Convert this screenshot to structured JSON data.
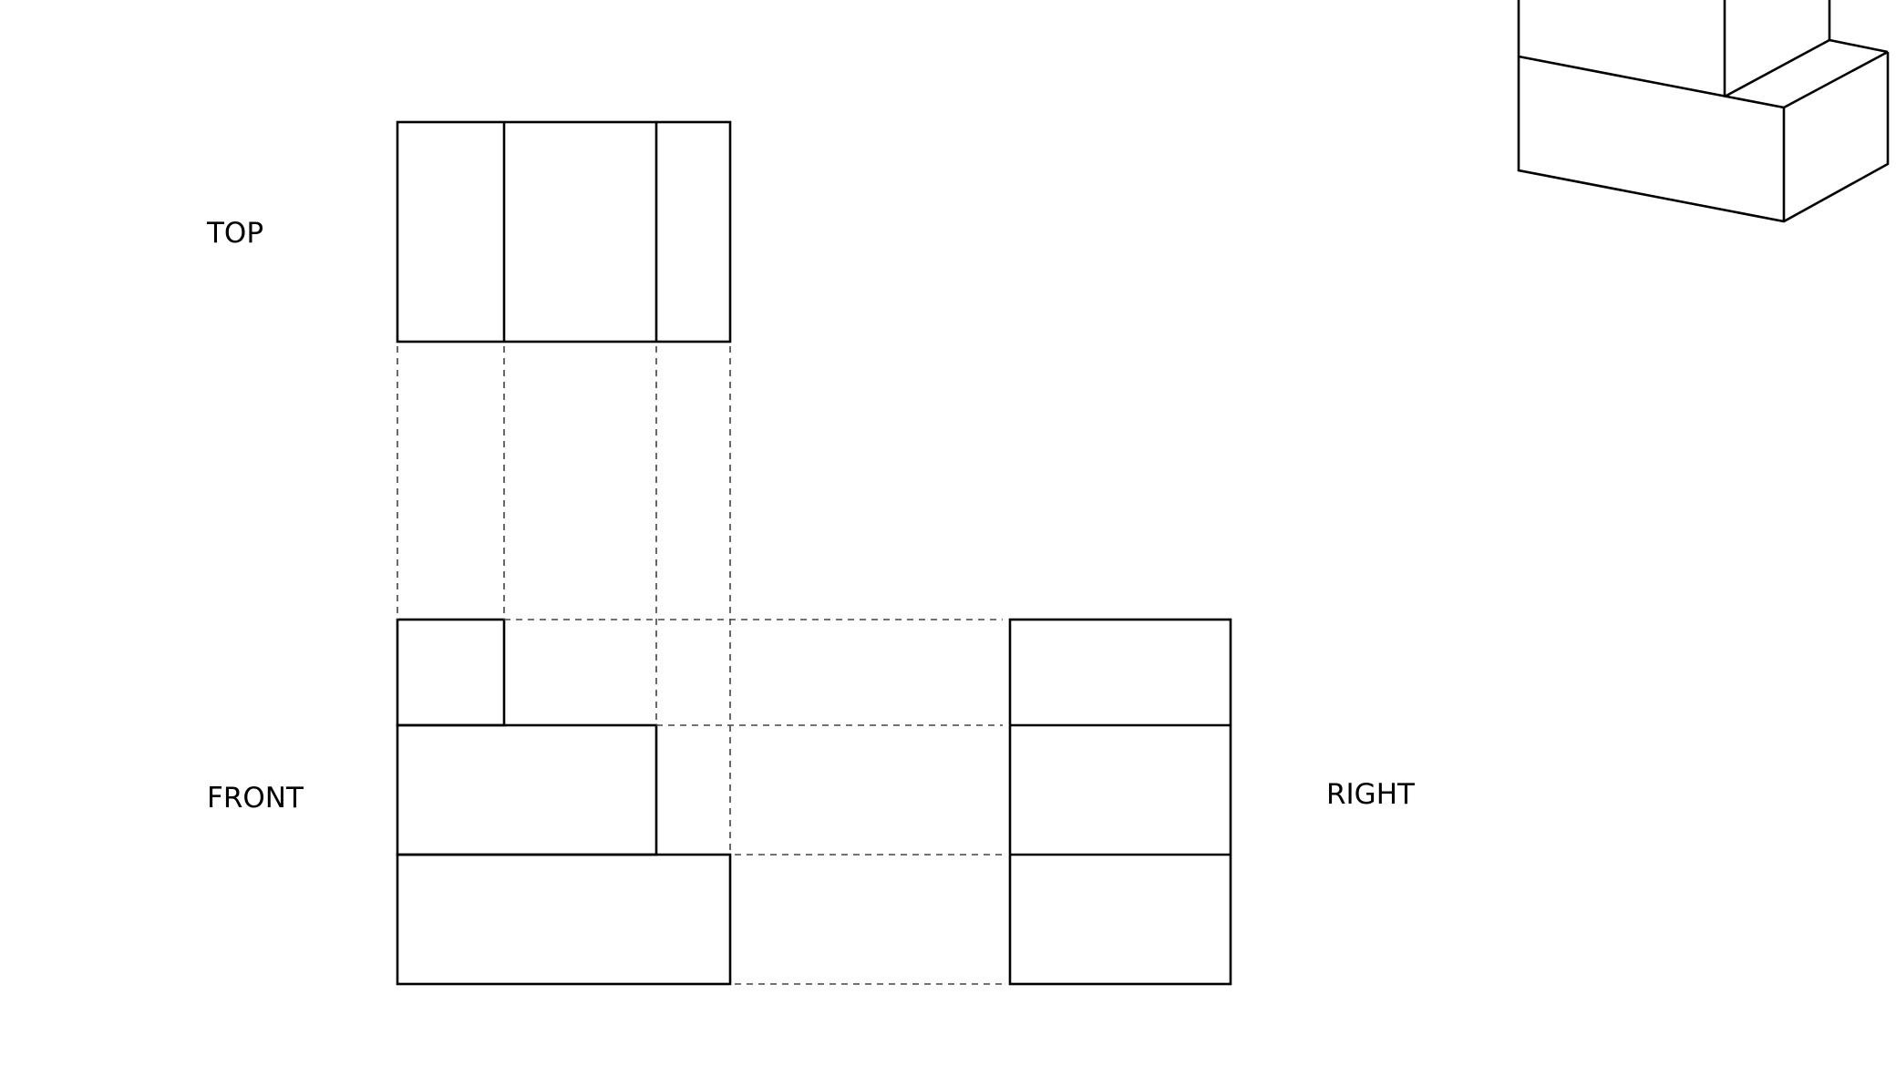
{
  "labels": {
    "top": "TOP",
    "front": "FRONT",
    "right": "RIGHT"
  },
  "colors": {
    "line": "#000000",
    "projection_line": "#444444",
    "background": "#ffffff"
  }
}
